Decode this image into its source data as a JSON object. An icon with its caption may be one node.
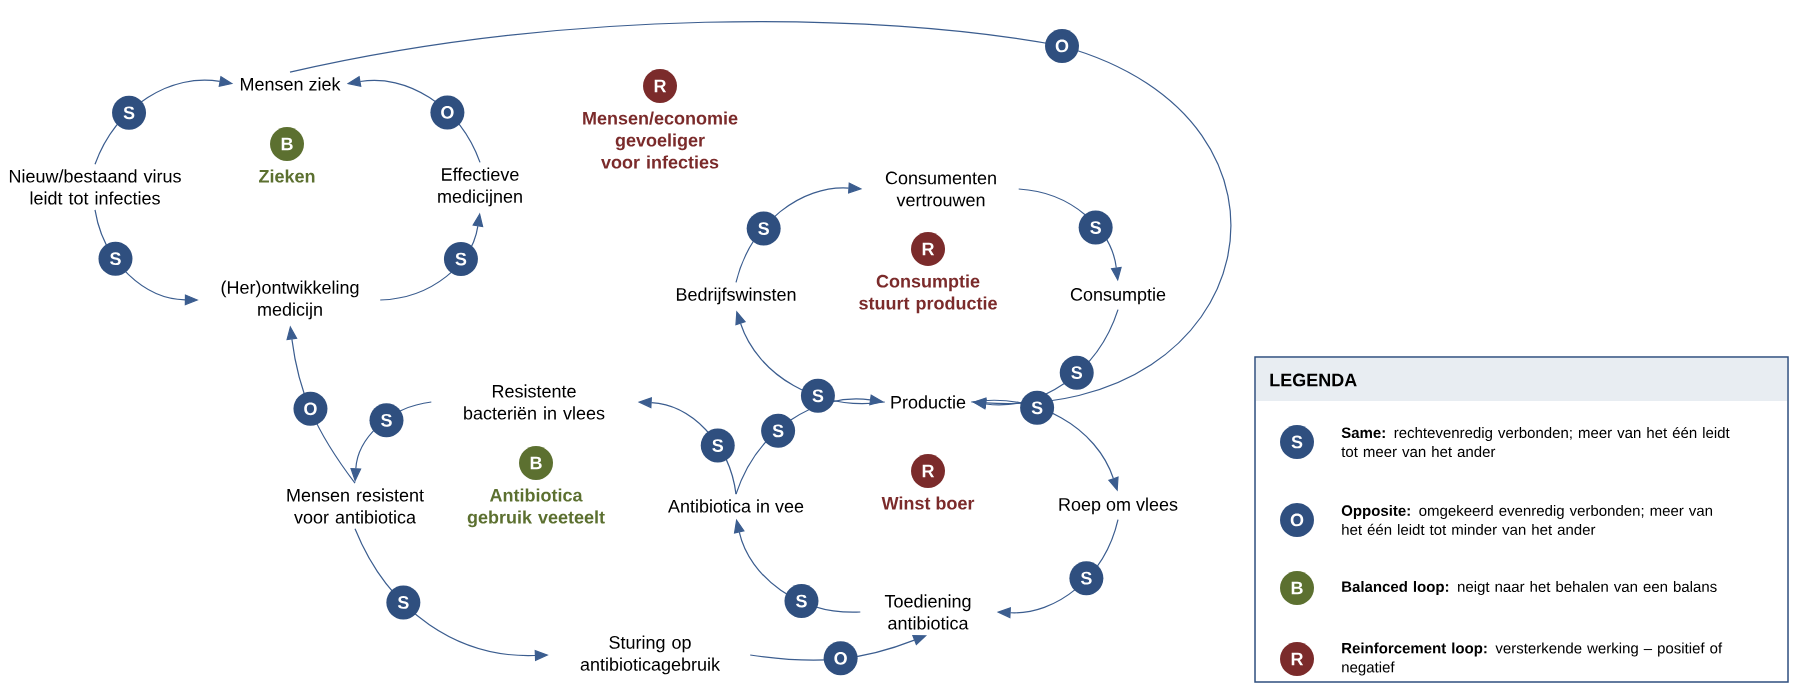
{
  "diagram": {
    "nodes": [
      {
        "text": [
          "Mensen ziek"
        ]
      },
      {
        "text": [
          "Nieuw/bestaand virus leidt tot infecties"
        ]
      },
      {
        "text": [
          "Effectieve medicijnen"
        ]
      },
      {
        "text": [
          "(Her)ontwikkeling medicijn"
        ]
      },
      {
        "text": [
          "Consumenten vertrouwen"
        ]
      },
      {
        "text": [
          "Bedrijfswinsten"
        ]
      },
      {
        "text": [
          "Consumptie"
        ]
      },
      {
        "text": [
          "Productie"
        ]
      },
      {
        "text": [
          "Resistente bacteriën in vlees"
        ]
      },
      {
        "text": [
          "Mensen resistent voor antibiotica"
        ]
      },
      {
        "text": [
          "Antibiotica in vee"
        ]
      },
      {
        "text": [
          "Roep om vlees"
        ]
      },
      {
        "text": [
          "Toediening antibiotica"
        ]
      },
      {
        "text": [
          "Sturing op antibioticagebruik"
        ]
      },
      {
        "text": [
          "B",
          "Zieken"
        ]
      },
      {
        "text": [
          "R",
          "Mensen/economie gevoeliger voor infecties"
        ]
      },
      {
        "text": [
          "R",
          "Consumptie stuurt productie"
        ]
      },
      {
        "text": [
          "B",
          "Antibiotica gebruik veeteelt"
        ]
      },
      {
        "text": [
          "R",
          "Winst boer"
        ]
      }
    ],
    "edges": [
      {
        "from": 1,
        "to": 0,
        "arrow": "to",
        "label": "S"
      },
      {
        "from": 1,
        "to": 3,
        "arrow": "to",
        "label": "S"
      },
      {
        "from": 3,
        "to": 2,
        "arrow": "to",
        "label": "S"
      },
      {
        "from": 2,
        "to": 0,
        "arrow": "to",
        "label": "O"
      },
      {
        "from": 0,
        "to": 7,
        "arrow": "to",
        "label": "O"
      },
      {
        "from": 5,
        "to": 4,
        "arrow": "to",
        "label": "S"
      },
      {
        "from": 4,
        "to": 6,
        "arrow": "to",
        "label": "S"
      },
      {
        "from": 6,
        "to": 7,
        "arrow": "to",
        "label": "S"
      },
      {
        "from": 7,
        "to": 5,
        "arrow": "to",
        "label": "S"
      },
      {
        "from": 7,
        "to": 11,
        "arrow": "to",
        "label": "S"
      },
      {
        "from": 11,
        "to": 12,
        "arrow": "to",
        "label": "S"
      },
      {
        "from": 12,
        "to": 10,
        "arrow": "to",
        "label": "S"
      },
      {
        "from": 10,
        "to": 7,
        "arrow": "to",
        "label": "S"
      },
      {
        "from": 10,
        "to": 8,
        "arrow": "to",
        "label": "S"
      },
      {
        "from": 8,
        "to": 9,
        "arrow": "to",
        "label": "S"
      },
      {
        "from": 9,
        "to": 3,
        "arrow": "to",
        "label": "O"
      },
      {
        "from": 9,
        "to": 13,
        "arrow": "to",
        "label": "S"
      },
      {
        "from": 13,
        "to": 12,
        "arrow": "to",
        "label": "O"
      }
    ],
    "labels": [
      "LEGENDA",
      "S",
      "O",
      "B",
      "R"
    ],
    "legend": [
      {
        "text": "**Same:** rechtevenredig verbonden; meer van het één leidt tot meer van het ander",
        "color": "#2f4f7f"
      },
      {
        "text": "**Opposite:** omgekeerd evenredig verbonden; meer van het één leidt tot minder van het ander",
        "color": "#2f4f7f"
      },
      {
        "text": "**Balanced loop:** neigt naar het behalen van een balans",
        "color": "#5c7030"
      },
      {
        "text": "**Reinforcement loop:** versterkende werking – positief of negatief",
        "color": "#7b2b2b"
      }
    ]
  }
}
